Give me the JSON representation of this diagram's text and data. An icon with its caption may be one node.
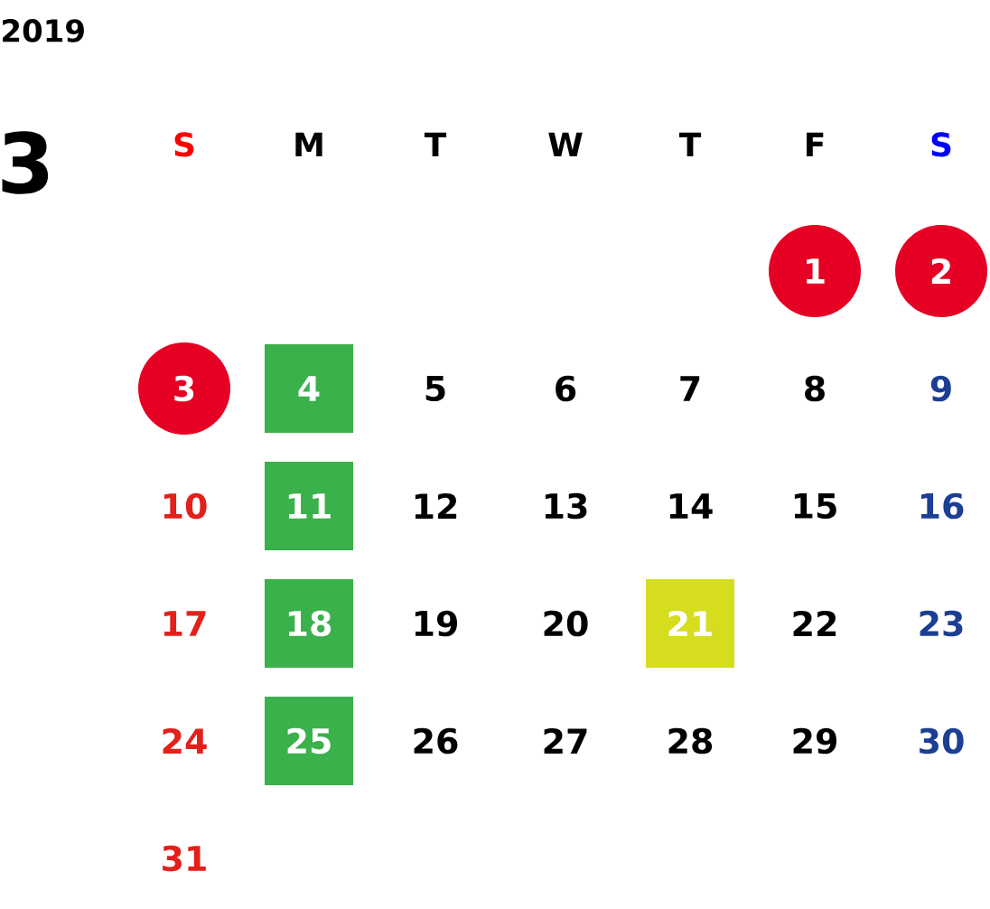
{
  "diagram": {
    "nodes": [
      {
        "text": [
          "1"
        ]
      },
      {
        "text": [
          "2"
        ]
      },
      {
        "text": [
          "3"
        ]
      },
      {
        "text": [
          "4"
        ]
      },
      {
        "text": [
          "11"
        ]
      },
      {
        "text": [
          "18"
        ]
      },
      {
        "text": [
          "21"
        ]
      },
      {
        "text": [
          "25"
        ]
      }
    ],
    "labels": [
      "2019",
      "3",
      "S",
      "M",
      "T",
      "W",
      "T",
      "F",
      "S",
      "5",
      "6",
      "7",
      "8",
      "9",
      "10",
      "12",
      "13",
      "14",
      "15",
      "16",
      "17",
      "19",
      "20",
      "22",
      "23",
      "24",
      "26",
      "27",
      "28",
      "29",
      "30",
      "31"
    ]
  }
}
